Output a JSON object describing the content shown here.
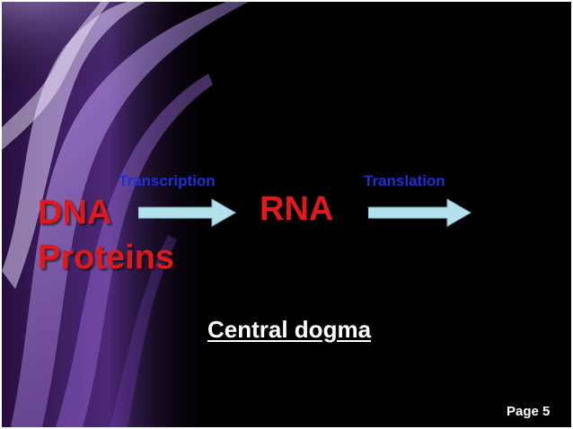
{
  "diagram": {
    "process_1": "Transcription",
    "process_2": "Translation",
    "molecule_1": "DNA",
    "molecule_2": "RNA",
    "molecule_3": "Proteins"
  },
  "caption": "Central dogma",
  "footer": {
    "page_label": "Page 5"
  },
  "colors": {
    "background": "#000000",
    "molecule_text": "#e01a1a",
    "process_text": "#1f2fd6",
    "arrow_fill": "#b4e2ec",
    "caption_text": "#ffffff",
    "accent_glow": "#b38be6"
  },
  "icons": {
    "arrow": "right-arrow-icon"
  }
}
